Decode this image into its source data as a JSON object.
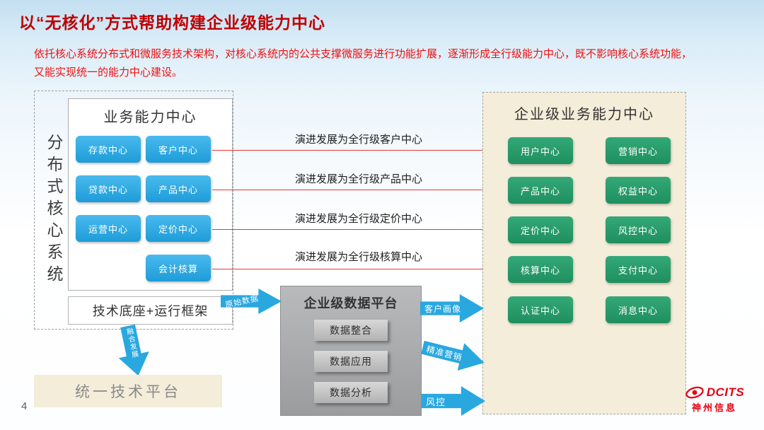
{
  "slide": {
    "title": "以“无核化”方式帮助构建企业级能力中心",
    "subtitle": "依托核心系统分布式和微服务技术架构，对核心系统内的公共支撑微服务进行功能扩展，逐渐形成全行级能力中心，既不影响核心系统功能，又能实现统一的能力中心建设。",
    "page_number": "4"
  },
  "core_system": {
    "vertical_label": "分布式核心系统",
    "business_center": {
      "title": "业务能力中心",
      "buttons": [
        "存款中心",
        "客户中心",
        "贷款中心",
        "产品中心",
        "运营中心",
        "定价中心",
        "会计核算"
      ]
    },
    "tech_base": "技术底座+运行框架"
  },
  "evolution_labels": [
    "演进发展为全行级客户中心",
    "演进发展为全行级产品中心",
    "演进发展为全行级定价中心",
    "演进发展为全行级核算中心"
  ],
  "enterprise_center": {
    "title": "企业级业务能力中心",
    "buttons": [
      "用户中心",
      "营销中心",
      "产品中心",
      "权益中心",
      "定价中心",
      "风控中心",
      "核算中心",
      "支付中心",
      "认证中心",
      "消息中心"
    ]
  },
  "data_platform": {
    "title": "企业级数据平台",
    "items": [
      "数据整合",
      "数据应用",
      "数据分析"
    ]
  },
  "flows": {
    "raw_data": "原始数据",
    "fusion": "融合发展",
    "outputs": [
      "客户画像",
      "精准营销",
      "风控"
    ]
  },
  "unified_platform": {
    "label": "统一技术平台"
  },
  "logo": {
    "brand": "DCITS",
    "company": "神州信息",
    "icon": "dcits-swoosh-icon"
  },
  "colors": {
    "title_red": "#BF0000",
    "body_red": "#F01010",
    "line_red": "#E53935",
    "button_blue": "#29A8E0",
    "button_green": "#2AA070",
    "panel_beige": "#F3EDD9",
    "platform_gray": "#A9AAAC",
    "arrow_blue": "#29A8E0"
  }
}
